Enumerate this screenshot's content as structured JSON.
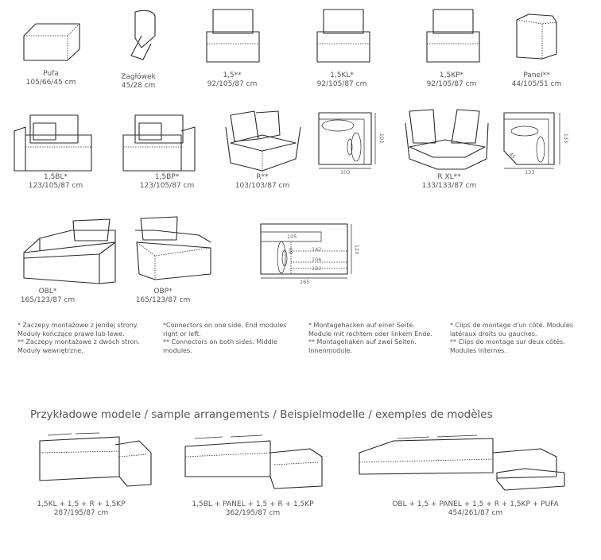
{
  "modules": [
    {
      "name": "Pufa",
      "size": "105/66/45 cm"
    },
    {
      "name": "Zagłówek",
      "size": "45/28 cm"
    },
    {
      "name": "1,5**",
      "size": "92/105/87 cm"
    },
    {
      "name": "1,5KL*",
      "size": "92/105/87 cm"
    },
    {
      "name": "1,5KP*",
      "size": "92/105/87 cm"
    },
    {
      "name": "Panel**",
      "size": "44/105/51 cm"
    },
    {
      "name": "1,5BL*",
      "size": "123/105/87 cm"
    },
    {
      "name": "1,5BP*",
      "size": "123/105/87 cm"
    },
    {
      "name": "R**",
      "size": "103/103/87 cm"
    },
    {
      "name": "R XL**",
      "size": "133/133/87 cm"
    },
    {
      "name": "OBL*",
      "size": "165/123/87 cm"
    },
    {
      "name": "OBP*",
      "size": "165/123/87 cm"
    }
  ],
  "plans": {
    "r": {
      "w": "103",
      "d": "103"
    },
    "rxl": {
      "w": "133",
      "d": "133",
      "diag": "45"
    },
    "ob": {
      "w": "165",
      "d": "123",
      "seat": "105",
      "a": "142",
      "b": "106",
      "c": "122",
      "arm": "89"
    }
  },
  "notes": [
    {
      "one": "* Zaczepy montażowe z jendej strony. Moduły kończące prawe lub lewe.",
      "two": "** Zaczepy montażowe z dwóch stron. Moduły wewnętrzne."
    },
    {
      "one": "*Connectors on one side. End modules right or left.",
      "two": "** Connectors on both sides. Middle modules."
    },
    {
      "one": "* Montagehacken auf einer Seite. Module mit rechtem oder linkem Ende.",
      "two": "** Montagehaken auf zwei Seiten. Innenmodule."
    },
    {
      "one": "* Clips de montage d'un côté. Modules latéraux droits ou gauches.",
      "two": "** Clips de montage sur deux côtés. Modules internes."
    }
  ],
  "arrangements_heading": "Przykładowe modele / sample arrangements / Beispielmodelle / exemples de modèles",
  "arrangements": [
    {
      "combo": "1,5KL + 1,5 + R + 1,5KP",
      "size": "287/195/87 cm"
    },
    {
      "combo": "1,5BL + PANEL + 1,5 + R + 1,5KP",
      "size": "362/195/87 cm"
    },
    {
      "combo": "OBL + 1,5 + PANEL + 1,5 + R + 1,5KP + PUFA",
      "size": "454/261/87 cm"
    }
  ]
}
